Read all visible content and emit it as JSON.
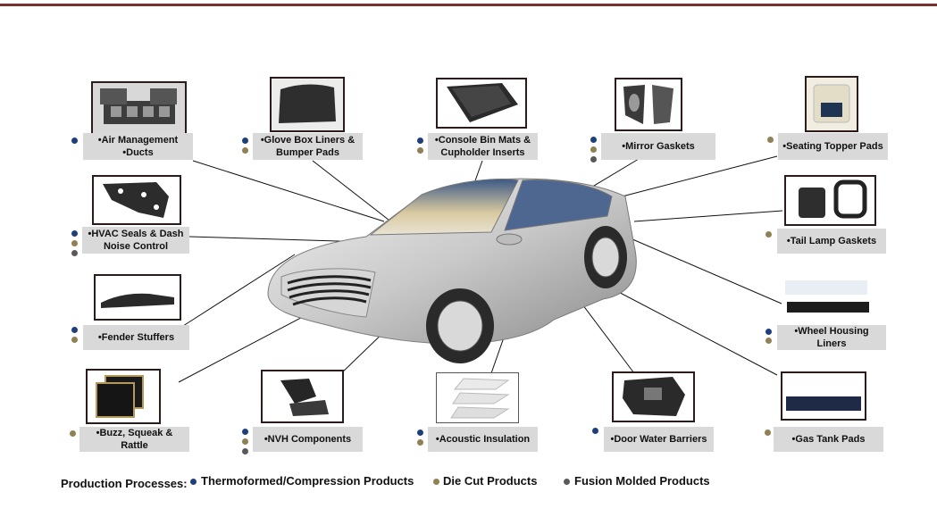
{
  "items": {
    "air": {
      "line1": "•Air Management",
      "line2": "•Ducts"
    },
    "glove": {
      "line1": "•Glove Box Liners &",
      "line2": "Bumper Pads"
    },
    "console": {
      "line1": "•Console Bin Mats &",
      "line2": "Cupholder Inserts"
    },
    "mirror": {
      "line1": "•Mirror Gaskets"
    },
    "seating": {
      "line1": "•Seating Topper Pads"
    },
    "hvac": {
      "line1": "•HVAC Seals & Dash",
      "line2": "Noise Control"
    },
    "tail": {
      "line1": "•Tail Lamp Gaskets"
    },
    "fender": {
      "line1": "•Fender Stuffers"
    },
    "wheel": {
      "line1": "•Wheel Housing Liners"
    },
    "buzz": {
      "line1": "•Buzz, Squeak & Rattle"
    },
    "nvh": {
      "line1": "•NVH Components"
    },
    "acoustic": {
      "line1": "•Acoustic Insulation"
    },
    "door": {
      "line1": "•Door Water Barriers"
    },
    "gas": {
      "line1": "•Gas Tank Pads"
    }
  },
  "legend": {
    "title": "Production Processes:",
    "thermo": "Thermoformed/Compression Products",
    "diecut": "Die Cut Products",
    "fusion": "Fusion Molded Products"
  },
  "colors": {
    "thermo": "#1f3f7a",
    "diecut": "#8f8153",
    "fusion": "#5a5a5a",
    "label_bg": "#d9d9d9",
    "top_rule": "#7a2f2f"
  }
}
